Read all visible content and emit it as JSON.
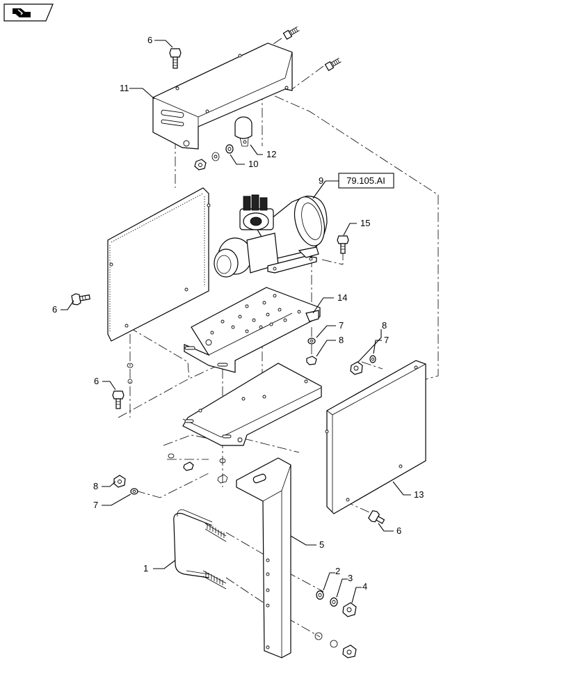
{
  "reference_box": "79.105.AI",
  "callouts": [
    {
      "id": "c1",
      "text": "1"
    },
    {
      "id": "c2",
      "text": "2"
    },
    {
      "id": "c3",
      "text": "3"
    },
    {
      "id": "c4",
      "text": "4"
    },
    {
      "id": "c5",
      "text": "5"
    },
    {
      "id": "c6a",
      "text": "6"
    },
    {
      "id": "c6b",
      "text": "6"
    },
    {
      "id": "c6c",
      "text": "6"
    },
    {
      "id": "c6d",
      "text": "6"
    },
    {
      "id": "c7a",
      "text": "7"
    },
    {
      "id": "c7b",
      "text": "7"
    },
    {
      "id": "c7c",
      "text": "7"
    },
    {
      "id": "c8a",
      "text": "8"
    },
    {
      "id": "c8b",
      "text": "8"
    },
    {
      "id": "c8c",
      "text": "8"
    },
    {
      "id": "c9",
      "text": "9"
    },
    {
      "id": "c10",
      "text": "10"
    },
    {
      "id": "c11",
      "text": "11"
    },
    {
      "id": "c12",
      "text": "12"
    },
    {
      "id": "c13",
      "text": "13"
    },
    {
      "id": "c14",
      "text": "14"
    },
    {
      "id": "c15",
      "text": "15"
    }
  ],
  "icons": {
    "nav": "page-turn-icon"
  }
}
